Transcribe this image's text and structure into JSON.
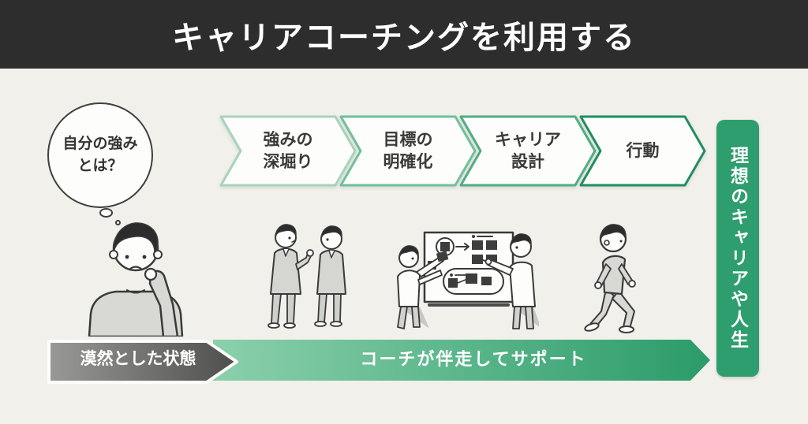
{
  "header": {
    "title": "キャリアコーチングを利用する",
    "bg_color": "#2d2d2d"
  },
  "page": {
    "bg_color": "#f2f0ea"
  },
  "thought_bubble": {
    "text": "自分の強み\nとは？"
  },
  "steps": {
    "items": [
      {
        "label": "強みの\n深堀り",
        "border_color": "#a6d4be"
      },
      {
        "label": "目標の\n明確化",
        "border_color": "#6fc09d"
      },
      {
        "label": "キャリア\n設計",
        "border_color": "#4fad85"
      },
      {
        "label": "行動",
        "border_color": "#1f8f62"
      }
    ],
    "fill_color": "#fdfdfb"
  },
  "goal_banner": {
    "text": "理想のキャリアや人生",
    "bg_color": "#2f9e6e"
  },
  "bottom_banner": {
    "state_label": "漠然とした状態",
    "support_label": "コーチが伴走してサポート",
    "state_gradient_start": "#999997",
    "state_gradient_end": "#4e4e4c",
    "support_gradient_start": "#8bd0ac",
    "support_gradient_end": "#2b9b6a"
  },
  "illustrations": {
    "thinking_person": "worried-person-hand-on-chin",
    "talking_pair": "two-people-in-suits-talking",
    "whiteboard_session": "two-people-arranging-notes-on-whiteboard",
    "walking_person": "person-walking-forward"
  }
}
